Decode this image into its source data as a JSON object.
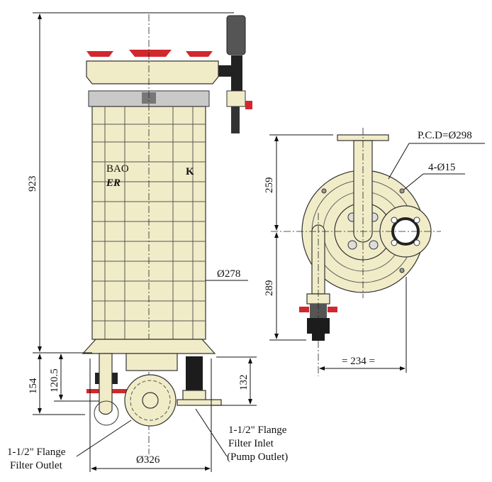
{
  "title": "Filter chamber dimension drawing",
  "colors": {
    "body": "#f1ecc8",
    "valve_handle": "#d0282e",
    "fitting": "#222222",
    "gauge": "#444444"
  },
  "front_view": {
    "height_total": "923",
    "body_diameter": "Ø278",
    "base_diameter": "Ø326",
    "outlet_height": "154",
    "outlet_center_height": "120.5",
    "inlet_height": "132",
    "logo_text_1": "BAO",
    "logo_text_2": "ER",
    "logo_text_3": "K",
    "outlet_label_line1": "1-1/2\" Flange",
    "outlet_label_line2": "Filter Outlet",
    "inlet_label_line1": "1-1/2\" Flange",
    "inlet_label_line2": "Filter Inlet",
    "inlet_label_line3": "(Pump Outlet)"
  },
  "top_view": {
    "upper_offset": "259",
    "lower_offset": "289",
    "pcd": "P.C.D=Ø298",
    "bolt_holes": "4-Ø15",
    "width": "= 234 ="
  }
}
